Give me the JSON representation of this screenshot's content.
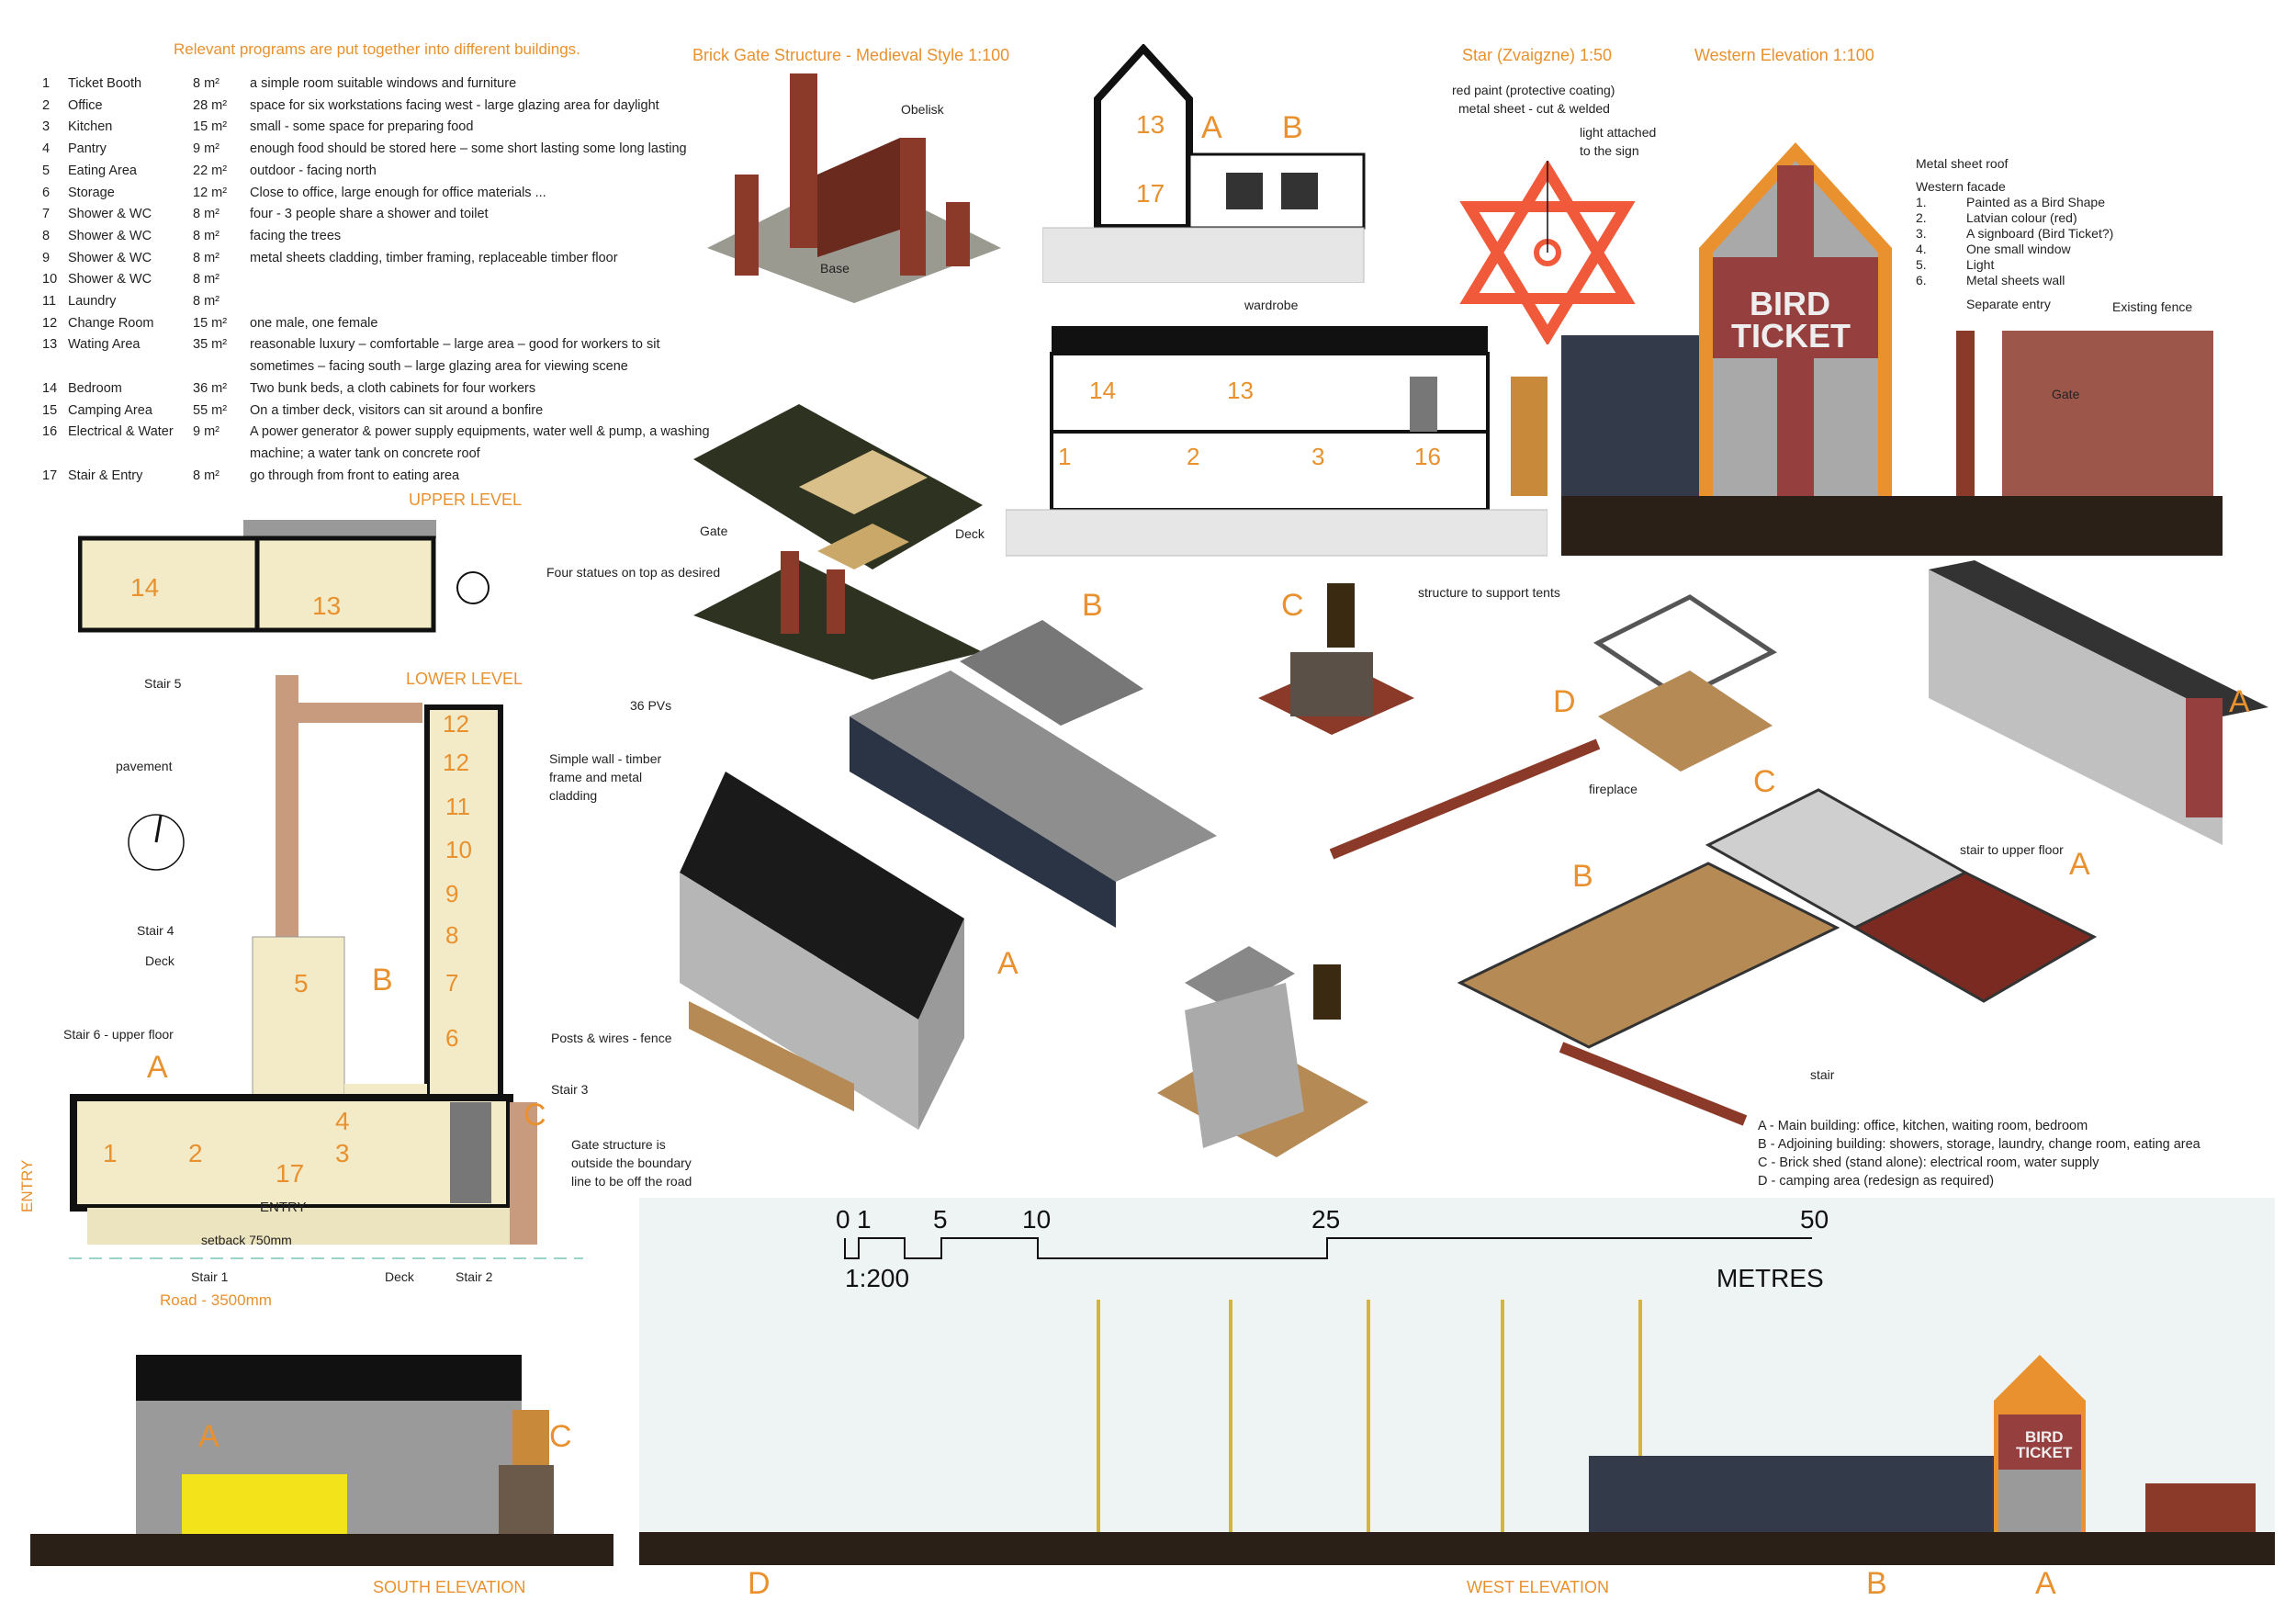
{
  "program": {
    "title": "Relevant programs are put together into different buildings.",
    "rows": [
      {
        "num": "1",
        "name": "Ticket Booth",
        "area": "8 m²",
        "desc": "a simple room suitable windows and furniture"
      },
      {
        "num": "2",
        "name": "Office",
        "area": "28 m²",
        "desc": "space for six workstations facing west  -  large glazing area for daylight"
      },
      {
        "num": "3",
        "name": "Kitchen",
        "area": "15 m²",
        "desc": "small - some space for preparing food"
      },
      {
        "num": "4",
        "name": "Pantry",
        "area": "9 m²",
        "desc": "enough food should be stored here – some short lasting some long lasting"
      },
      {
        "num": "5",
        "name": "Eating Area",
        "area": "22 m²",
        "desc": "outdoor - facing north"
      },
      {
        "num": "6",
        "name": "Storage",
        "area": "12 m²",
        "desc": "Close to office, large enough for office materials ..."
      },
      {
        "num": "7",
        "name": "Shower & WC",
        "area": "8 m²",
        "desc": "four - 3 people share a shower and toilet"
      },
      {
        "num": "8",
        "name": "Shower & WC",
        "area": "8 m²",
        "desc": "facing the trees"
      },
      {
        "num": "9",
        "name": "Shower & WC",
        "area": "8 m²",
        "desc": "metal sheets cladding, timber framing, replaceable timber floor"
      },
      {
        "num": "10",
        "name": "Shower & WC",
        "area": "8 m²",
        "desc": ""
      },
      {
        "num": "11",
        "name": "Laundry",
        "area": "8 m²",
        "desc": ""
      },
      {
        "num": "12",
        "name": "Change Room",
        "area": "15 m²",
        "desc": "one male, one female"
      },
      {
        "num": "13",
        "name": "Wating Area",
        "area": "35 m²",
        "desc": "reasonable luxury – comfortable – large area – good for workers  to sit sometimes – facing south – large glazing area for viewing scene"
      },
      {
        "num": "14",
        "name": "Bedroom",
        "area": "36 m²",
        "desc": "Two bunk beds, a cloth cabinets for four workers"
      },
      {
        "num": "15",
        "name": "Camping Area",
        "area": "55 m²",
        "desc": "On a timber deck, visitors can sit around a bonfire"
      },
      {
        "num": "16",
        "name": "Electrical & Water",
        "area": "9 m²",
        "desc": "A power generator & power supply equipments, water well & pump, a washing machine; a water tank on concrete roof"
      },
      {
        "num": "17",
        "name": "Stair & Entry",
        "area": "8 m²",
        "desc": "go through from front to eating area"
      }
    ]
  },
  "titles": {
    "gate": "Brick Gate Structure - Medieval Style 1:100",
    "star": "Star (Zvaigzne) 1:50",
    "western": "Western Elevation 1:100",
    "upper": "UPPER LEVEL",
    "lower": "LOWER LEVEL",
    "south": "SOUTH ELEVATION",
    "west": "WEST ELEVATION"
  },
  "gate_labels": {
    "obelisk": "Obelisk",
    "base": "Base",
    "gate": "Gate",
    "deck": "Deck",
    "statues": "Four statues on top as desired"
  },
  "star_notes": {
    "line1": "red paint (protective coating)",
    "line2": "metal sheet - cut & welded",
    "light1": "light attached",
    "light2": "to the sign"
  },
  "western_notes": {
    "roof": "Metal sheet roof",
    "facade": "Western facade",
    "items": [
      {
        "n": "1.",
        "t": "Painted as a Bird Shape"
      },
      {
        "n": "2.",
        "t": "Latvian colour (red)"
      },
      {
        "n": "3.",
        "t": "A signboard (Bird Ticket?)"
      },
      {
        "n": "4.",
        "t": "One small window"
      },
      {
        "n": "5.",
        "t": "Light"
      },
      {
        "n": "6.",
        "t": "Metal sheets wall"
      }
    ],
    "separate": "Separate entry",
    "fence": "Existing fence",
    "gate": "Gate",
    "sign1": "BIRD",
    "sign2": "TICKET"
  },
  "section": {
    "wardrobe": "wardrobe",
    "r13": "13",
    "r17": "17",
    "a": "A",
    "b": "B",
    "r14": "14",
    "r13b": "13",
    "r1": "1",
    "r2": "2",
    "r3": "3",
    "r16": "16"
  },
  "plan_labels": {
    "stair5": "Stair 5",
    "pavement": "pavement",
    "stair4": "Stair 4",
    "deck": "Deck",
    "stair6": "Stair 6 - upper floor",
    "setback": "setback 750mm",
    "stair1": "Stair 1",
    "deck2": "Deck",
    "stair2": "Stair 2",
    "road": "Road - 3500mm",
    "entry_v": "ENTRY",
    "entry": "ENTRY",
    "pvs": "36 PVs",
    "wall1": "Simple wall - timber",
    "wall2": "frame and metal",
    "wall3": "cladding",
    "posts": "Posts & wires - fence",
    "stair3": "Stair 3",
    "gate1": "Gate structure is",
    "gate2": "outside the boundary",
    "gate3": "line to be off the road",
    "rooms": [
      "14",
      "13",
      "12",
      "12",
      "11",
      "10",
      "9",
      "8",
      "7",
      "6",
      "5",
      "1",
      "2",
      "3",
      "4",
      "17"
    ],
    "a": "A",
    "b": "B",
    "c": "C"
  },
  "axo_labels": {
    "tents": "structure to support tents",
    "fireplace": "fireplace",
    "stair_upper": "stair to upper floor",
    "stair": "stair",
    "b1": "B",
    "c1": "C",
    "d1": "D",
    "a1": "A",
    "c2": "C",
    "b2": "B",
    "a2": "A",
    "a3": "A"
  },
  "legend": [
    "A - Main building: office, kitchen, waiting room, bedroom",
    "B - Adjoining building: showers, storage, laundry, change room, eating area",
    "C - Brick shed (stand alone): electrical room, water supply",
    "D - camping area (redesign as required)"
  ],
  "scale_bar": {
    "ticks": [
      "0",
      "1",
      "5",
      "10",
      "25",
      "50"
    ],
    "ratio": "1:200",
    "unit": "METRES"
  },
  "elevations": {
    "south_a": "A",
    "south_c": "C",
    "west_d": "D",
    "west_b": "B",
    "west_a": "A",
    "sign1": "BIRD",
    "sign2": "TICKET"
  },
  "colors": {
    "accent": "#e8912e",
    "brick": "#8b3a2a",
    "red": "#f05a3a",
    "signboard": "#963f3f",
    "roof": "#888888"
  }
}
